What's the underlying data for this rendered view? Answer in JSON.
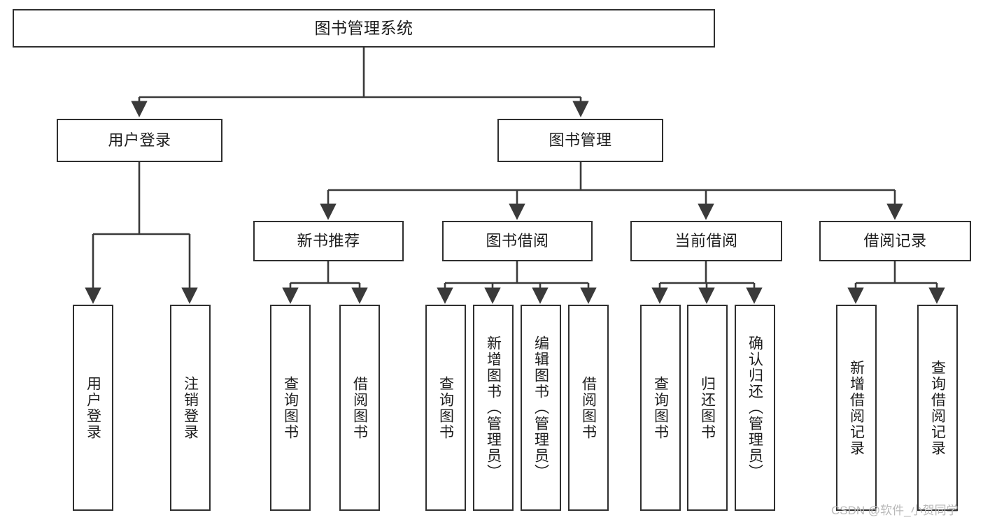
{
  "diagram": {
    "title": "图书管理系统",
    "type": "tree-hierarchy",
    "colors": {
      "box_border": "#2f2f2f",
      "box_fill": "#ffffff",
      "connector": "#3a3a3a",
      "text": "#1c1c1c",
      "watermark": "#b9b9b9"
    },
    "root": {
      "label": "图书管理系统"
    },
    "level2": [
      {
        "label": "用户登录"
      },
      {
        "label": "图书管理"
      }
    ],
    "level3": [
      {
        "label": "新书推荐"
      },
      {
        "label": "图书借阅"
      },
      {
        "label": "当前借阅"
      },
      {
        "label": "借阅记录"
      }
    ],
    "leaves": {
      "user_login": [
        {
          "label": "用户登录"
        },
        {
          "label": "注销登录"
        }
      ],
      "new_book_recommend": [
        {
          "label": "查询图书"
        },
        {
          "label": "借阅图书"
        }
      ],
      "book_borrow": [
        {
          "label": "查询图书"
        },
        {
          "label": "新增图书（管理员）"
        },
        {
          "label": "编辑图书（管理员）"
        },
        {
          "label": "借阅图书"
        }
      ],
      "current_borrow": [
        {
          "label": "查询图书"
        },
        {
          "label": "归还图书"
        },
        {
          "label": "确认归还（管理员）"
        }
      ],
      "borrow_record": [
        {
          "label": "新增借阅记录"
        },
        {
          "label": "查询借阅记录"
        }
      ]
    }
  },
  "watermark": {
    "text": "CSDN @软件_小贺同学"
  }
}
